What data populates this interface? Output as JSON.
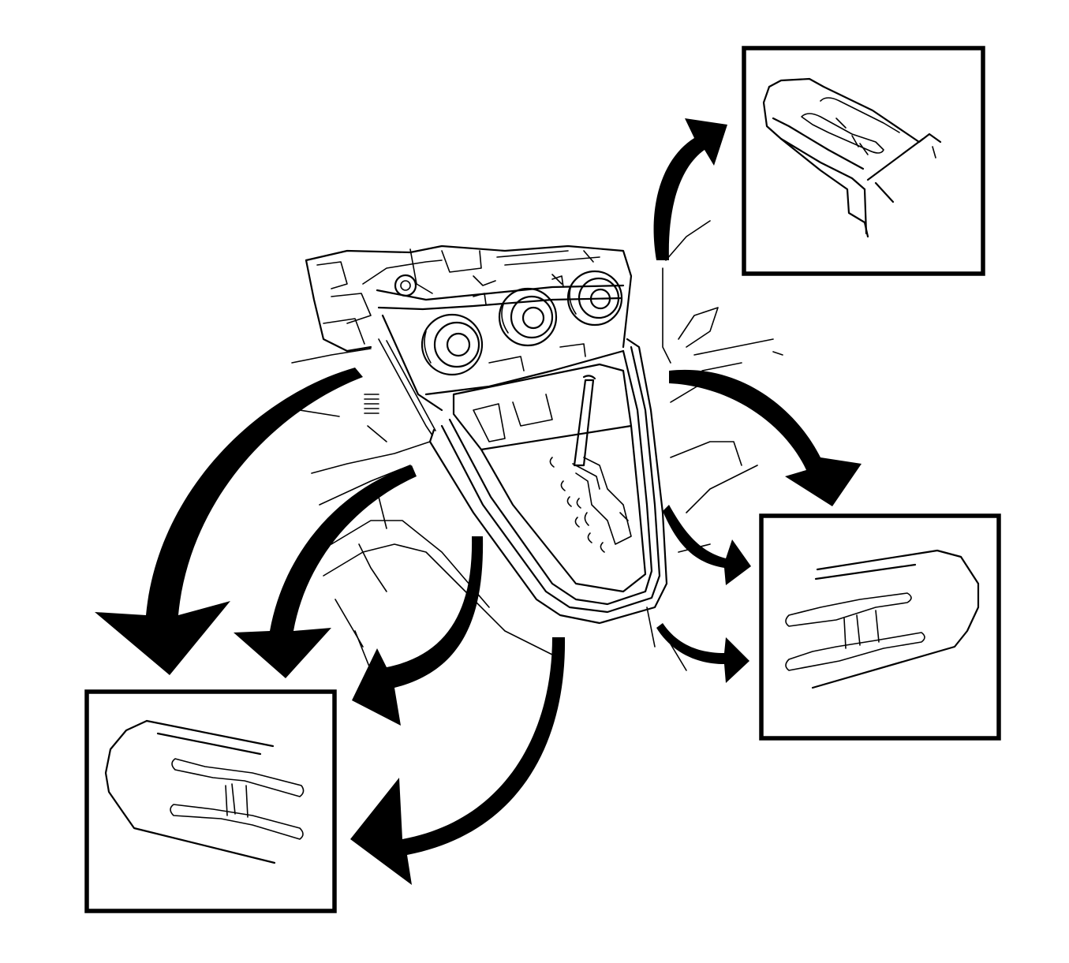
{
  "diagram": {
    "background": "#ffffff",
    "ink": "#000000",
    "callouts": [
      {
        "id": "clip-detail-top-right"
      },
      {
        "id": "clip-detail-right"
      },
      {
        "id": "clip-detail-bottom-left"
      }
    ],
    "arrows": [
      {
        "id": "arrow-to-top-right"
      },
      {
        "id": "arrow-to-right-upper"
      },
      {
        "id": "arrow-to-right-middle"
      },
      {
        "id": "arrow-to-right-lower"
      },
      {
        "id": "arrow-left-outer"
      },
      {
        "id": "arrow-left-inner"
      },
      {
        "id": "arrow-left-center"
      },
      {
        "id": "arrow-bottom-center"
      }
    ]
  }
}
